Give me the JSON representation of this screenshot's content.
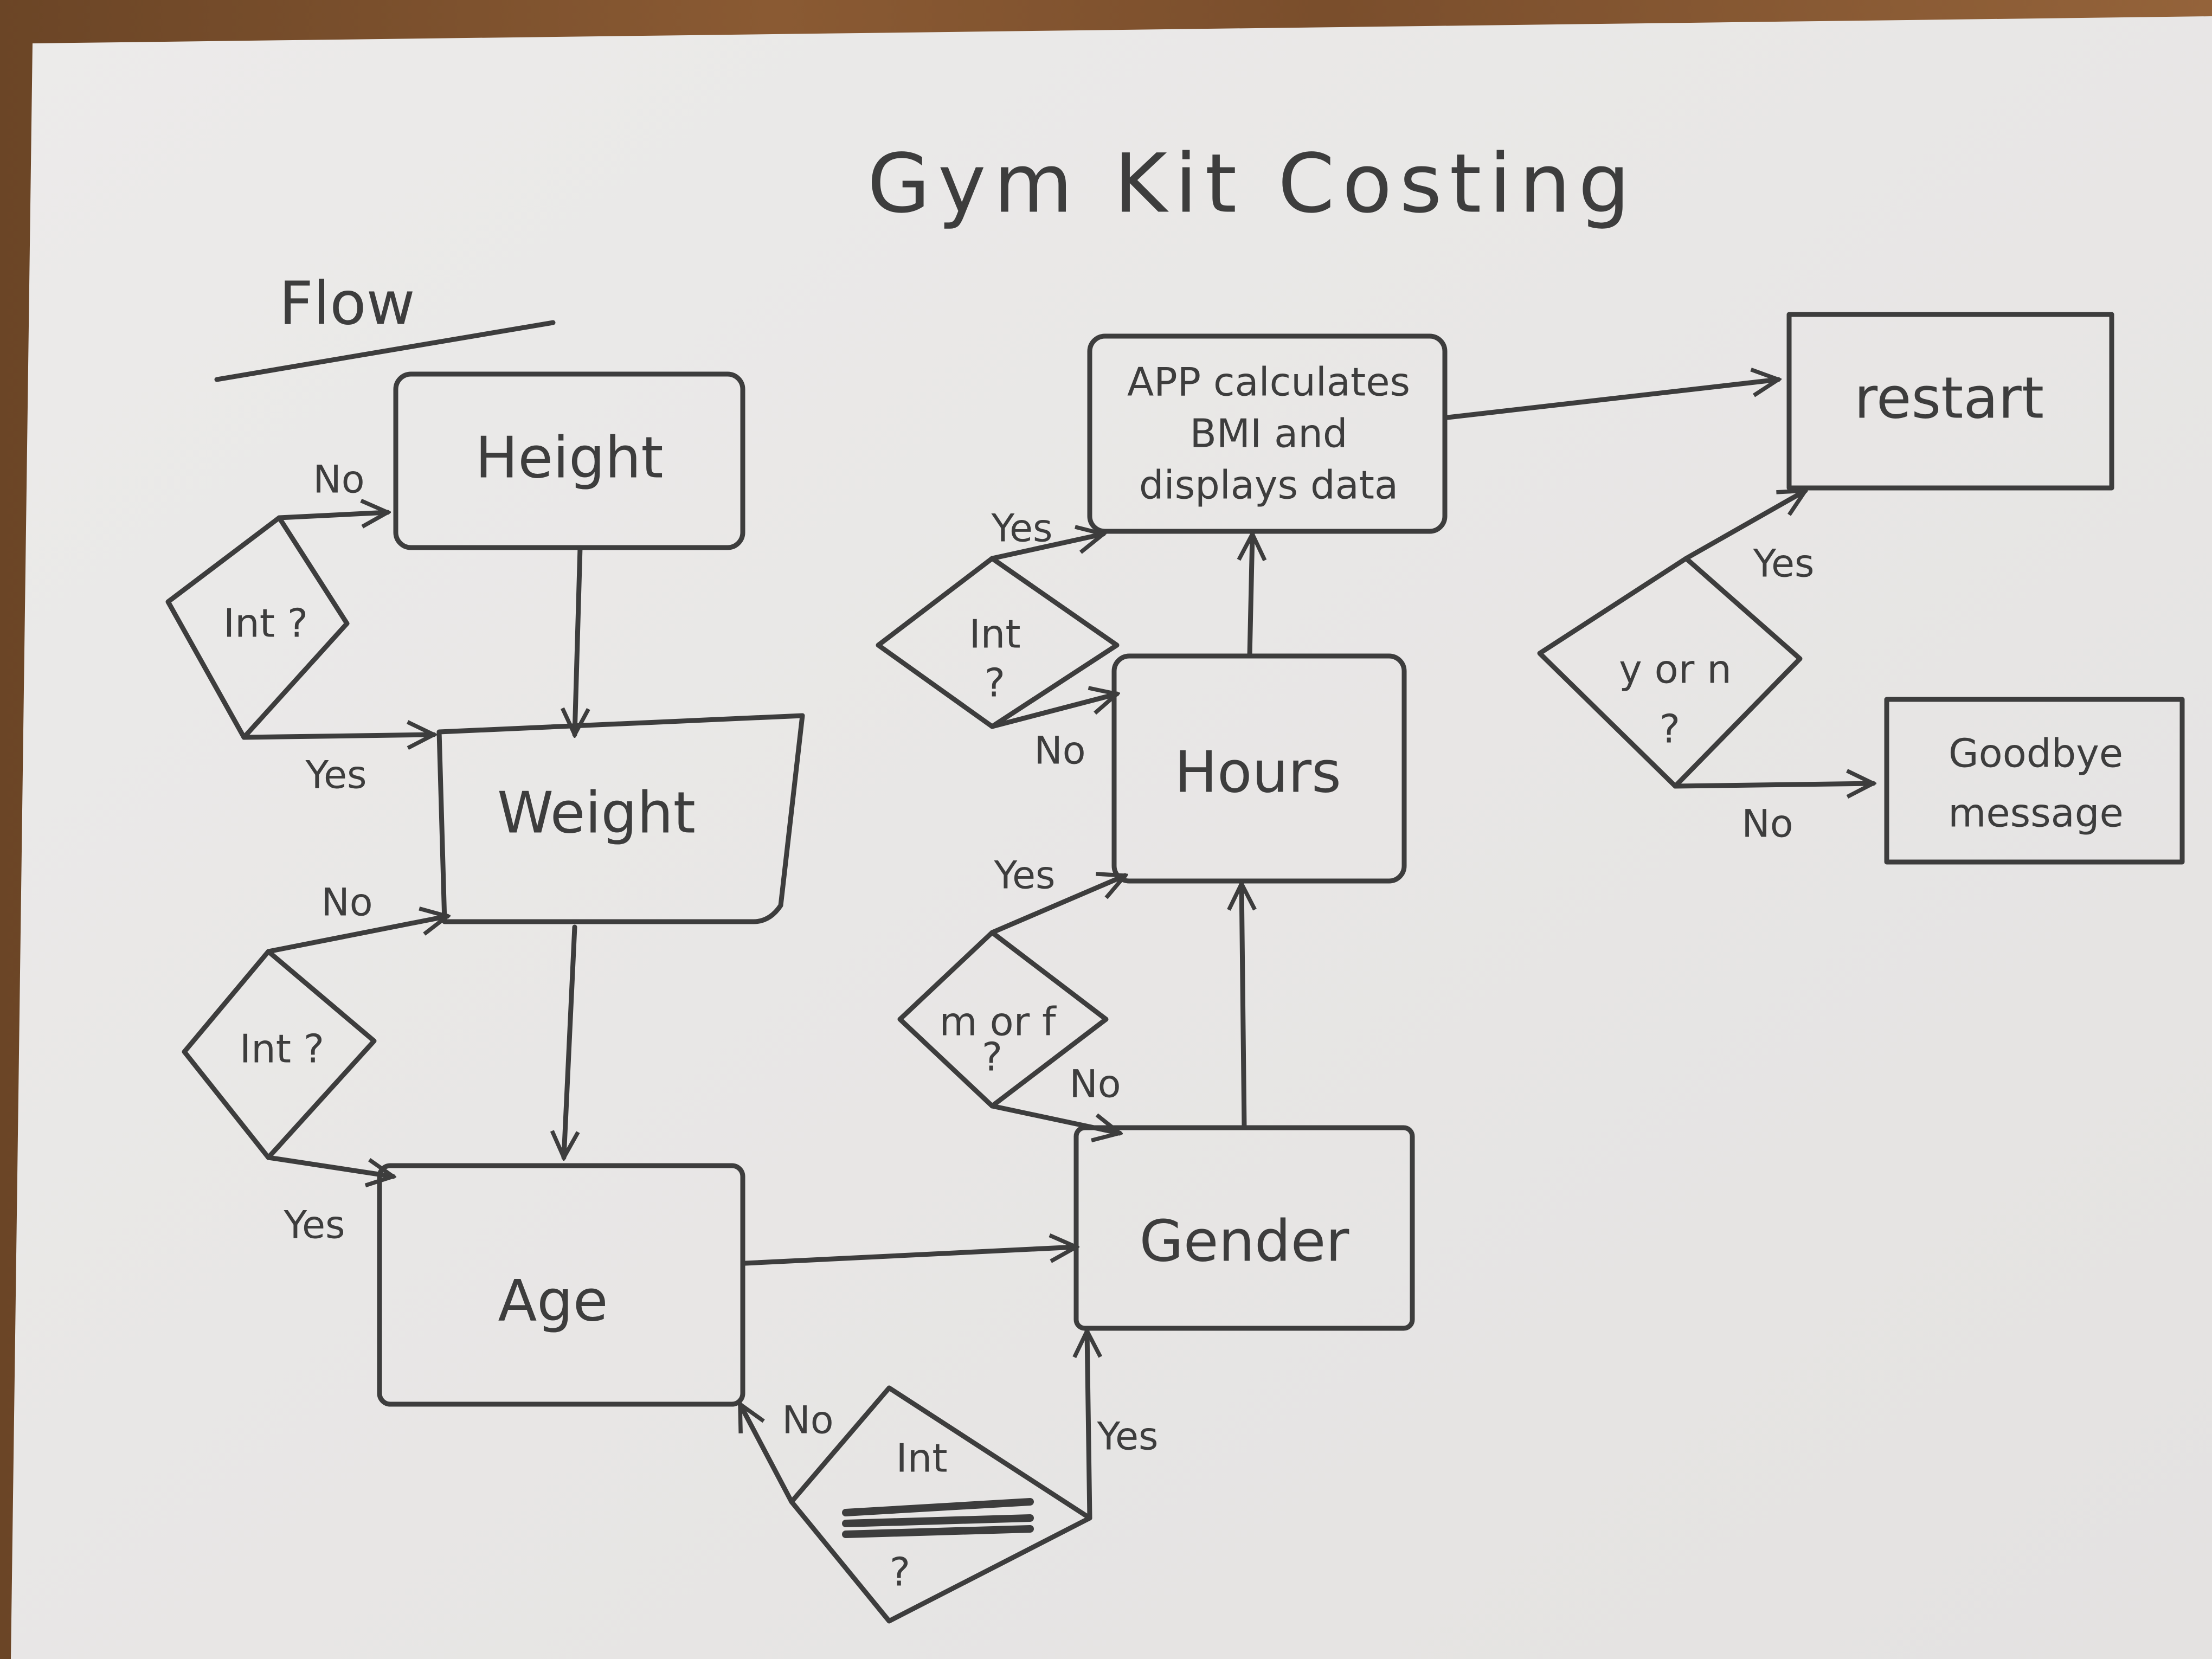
{
  "title": "Gym Kit Costing",
  "heading": "Flow",
  "colors": {
    "paper": "#eceae9",
    "ink": "#3d3d3d",
    "wood": "#7a4e2c"
  },
  "nodes": {
    "height": "Height",
    "weight": "Weight",
    "age": "Age",
    "gender": "Gender",
    "hours": "Hours",
    "app": [
      "APP calculates",
      "BMI and",
      "displays data"
    ],
    "restart": "restart",
    "goodbye": [
      "Goodbye",
      "message"
    ]
  },
  "decisions": {
    "int_height": "Int ?",
    "int_weight": "Int ?",
    "int_age": [
      "Int",
      "?"
    ],
    "m_or_f": [
      "m or f",
      "?"
    ],
    "int_hours": [
      "Int",
      "?"
    ],
    "y_or_n": [
      "y or n",
      "?"
    ]
  },
  "edges": {
    "yes": "Yes",
    "no": "No"
  }
}
